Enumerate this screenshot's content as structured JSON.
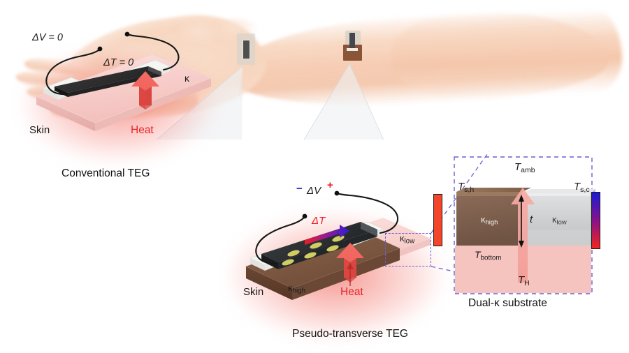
{
  "figure": {
    "title": "Wearable thermoelectric generator concept schematic",
    "background": "#ffffff"
  },
  "colors": {
    "hot_red": "#f4452b",
    "cold_blue": "#1b1bd8",
    "heat_arrow": "#ea4d4d",
    "heat_text": "#e8232a",
    "dashed_purple": "#6a5fd0",
    "kappa_high_brown": "#7a5744",
    "kappa_low_grey": "#c9cacb",
    "skin_pink": "#f6c2bd",
    "device_black": "#2b2b2b",
    "electrode_white": "#f2f2f0",
    "leg_yellow": "#d8d56a"
  },
  "arm": {
    "patch_conventional": {
      "name": "conventional-teg-patch",
      "film_color": "#dedad3",
      "device_color": "#4a4a4a"
    },
    "patch_pseudo": {
      "name": "pseudo-transverse-teg-patch",
      "film_color": "#cfcac2",
      "substrate_color": "#8a5436",
      "device_color": "#44484c"
    }
  },
  "panel_conventional": {
    "caption": "Conventional TEG",
    "labels": {
      "delta_v": "ΔV = 0",
      "delta_t": "ΔT = 0",
      "kappa": "κ",
      "skin": "Skin",
      "heat": "Heat"
    }
  },
  "panel_pseudo": {
    "caption": "Pseudo-transverse TEG",
    "labels": {
      "delta_v": "ΔV",
      "minus": "−",
      "plus": "+",
      "delta_t": "ΔT",
      "kappa_low": "κ",
      "kappa_low_sub": "low",
      "kappa_high": "κ",
      "kappa_high_sub": "high",
      "skin": "Skin",
      "heat": "Heat"
    }
  },
  "panel_dual": {
    "caption": "Dual-κ substrate",
    "labels": {
      "t_amb": "T",
      "t_amb_sub": "amb",
      "t_sh": "T",
      "t_sh_sub": "s,h",
      "t_sc": "T",
      "t_sc_sub": "s,c",
      "t_bottom": "T",
      "t_bottom_sub": "bottom",
      "t_h": "T",
      "t_h_sub": "H",
      "thickness": "t",
      "kappa_high": "κ",
      "kappa_high_sub": "high",
      "kappa_low": "κ",
      "kappa_low_sub": "low"
    },
    "colorbar_left": {
      "name": "hot-colorbar",
      "top": "#f4452b",
      "bottom": "#f4452b"
    },
    "colorbar_right": {
      "name": "gradient-colorbar",
      "top": "#1b1bd8",
      "bottom": "#f4241c"
    }
  }
}
